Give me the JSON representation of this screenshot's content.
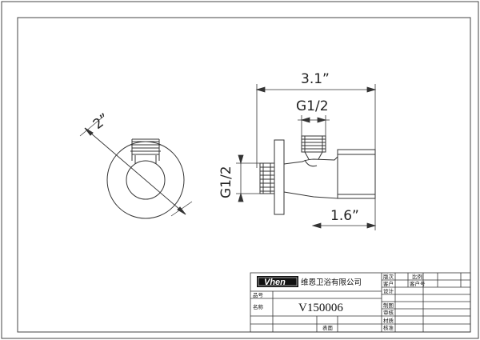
{
  "dimensions": {
    "overall_length": "3.1”",
    "outlet_thread": "G1/2",
    "inlet_thread": "G1/2",
    "flange_diameter": "2”",
    "body_length": "1.6”"
  },
  "title_block": {
    "logo": "Vhen",
    "company": "维恩卫浴有限公司",
    "part_number": "V150006",
    "labels": {
      "version": "版次",
      "ratio": "比例",
      "customer": "客户",
      "customer_no": "客户号",
      "item_no": "品号",
      "design": "设计",
      "drafting": "制图",
      "name": "名称",
      "review": "审核",
      "material": "材质",
      "surface": "表面",
      "approve": "核准"
    }
  }
}
